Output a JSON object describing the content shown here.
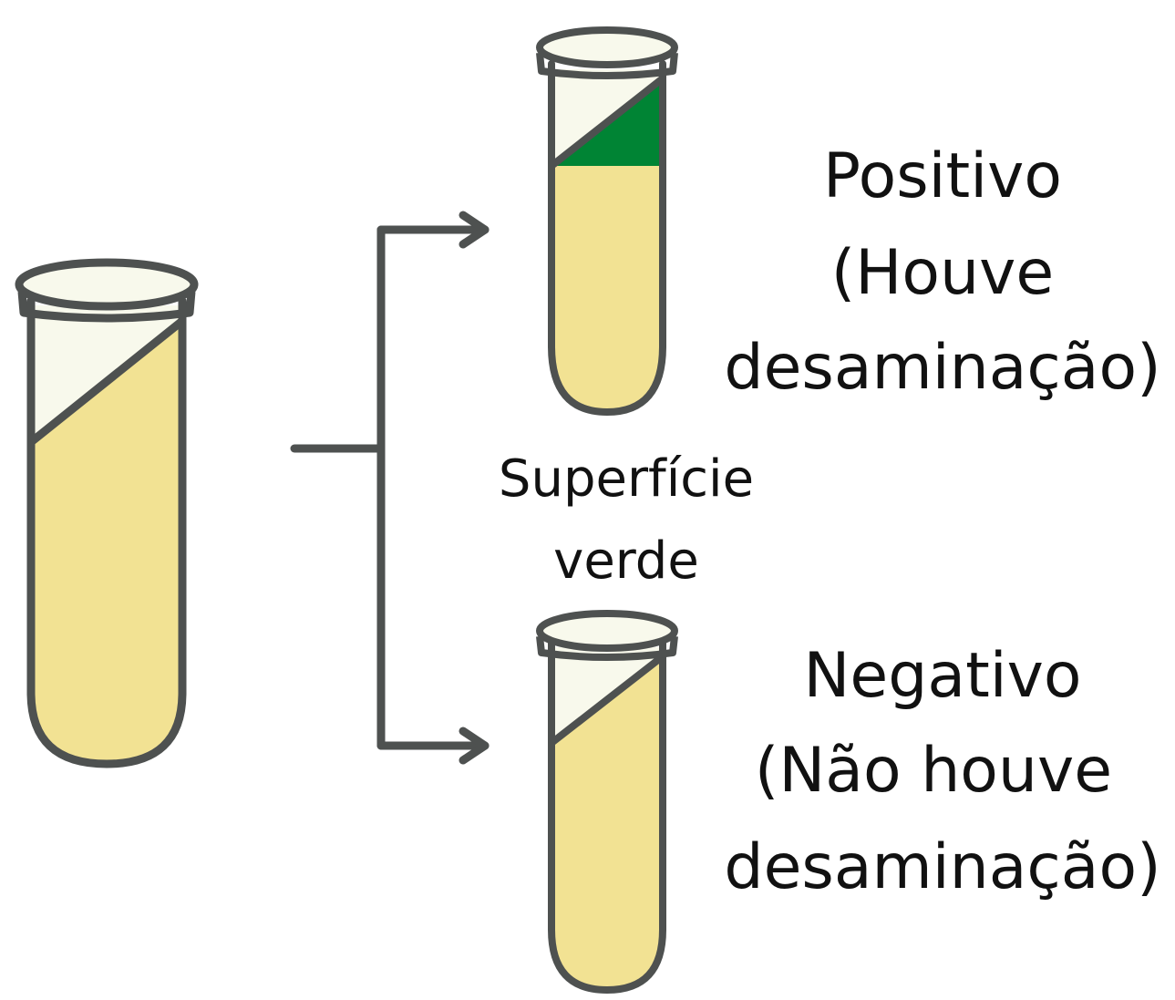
{
  "colors": {
    "outline": "#4e5150",
    "medium": "#f2e293",
    "headspace": "#f8f9ec",
    "positive_surface": "#008434",
    "text": "#111111"
  },
  "positive": {
    "line1": "Positivo",
    "line2": "(Houve",
    "line3": "desaminação)"
  },
  "surface_label": {
    "line1": "Superfície",
    "line2": "verde"
  },
  "negative": {
    "line1": "Negativo",
    "line2": "(Não houve",
    "line3": "desaminação)"
  }
}
